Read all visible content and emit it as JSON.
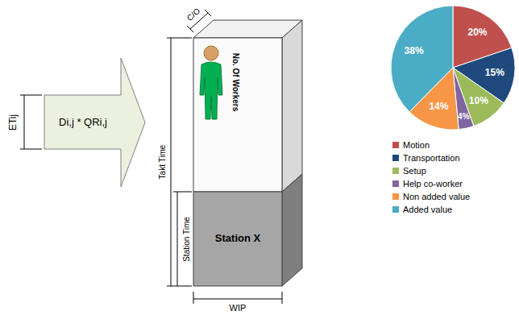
{
  "diagram": {
    "nodes": [
      {
        "text": [
          "Di,j * QRi,j"
        ]
      },
      {
        "text": [
          "No. Of Workers"
        ]
      },
      {
        "text": [
          "Station X"
        ]
      }
    ],
    "labels": [
      "ETij",
      "C/O",
      "Takt Time",
      "Station Time",
      "WIP",
      "20%",
      "15%",
      "10%",
      "4%",
      "14%",
      "38%"
    ],
    "legend": [
      {
        "text": "Motion",
        "color": "#c0504d"
      },
      {
        "text": "Transportation",
        "color": "#1f497d"
      },
      {
        "text": "Setup",
        "color": "#9bbb59"
      },
      {
        "text": "Help co-worker",
        "color": "#8064a2"
      },
      {
        "text": "Non added value",
        "color": "#f79646"
      },
      {
        "text": "Added value",
        "color": "#4bacc6"
      }
    ]
  }
}
